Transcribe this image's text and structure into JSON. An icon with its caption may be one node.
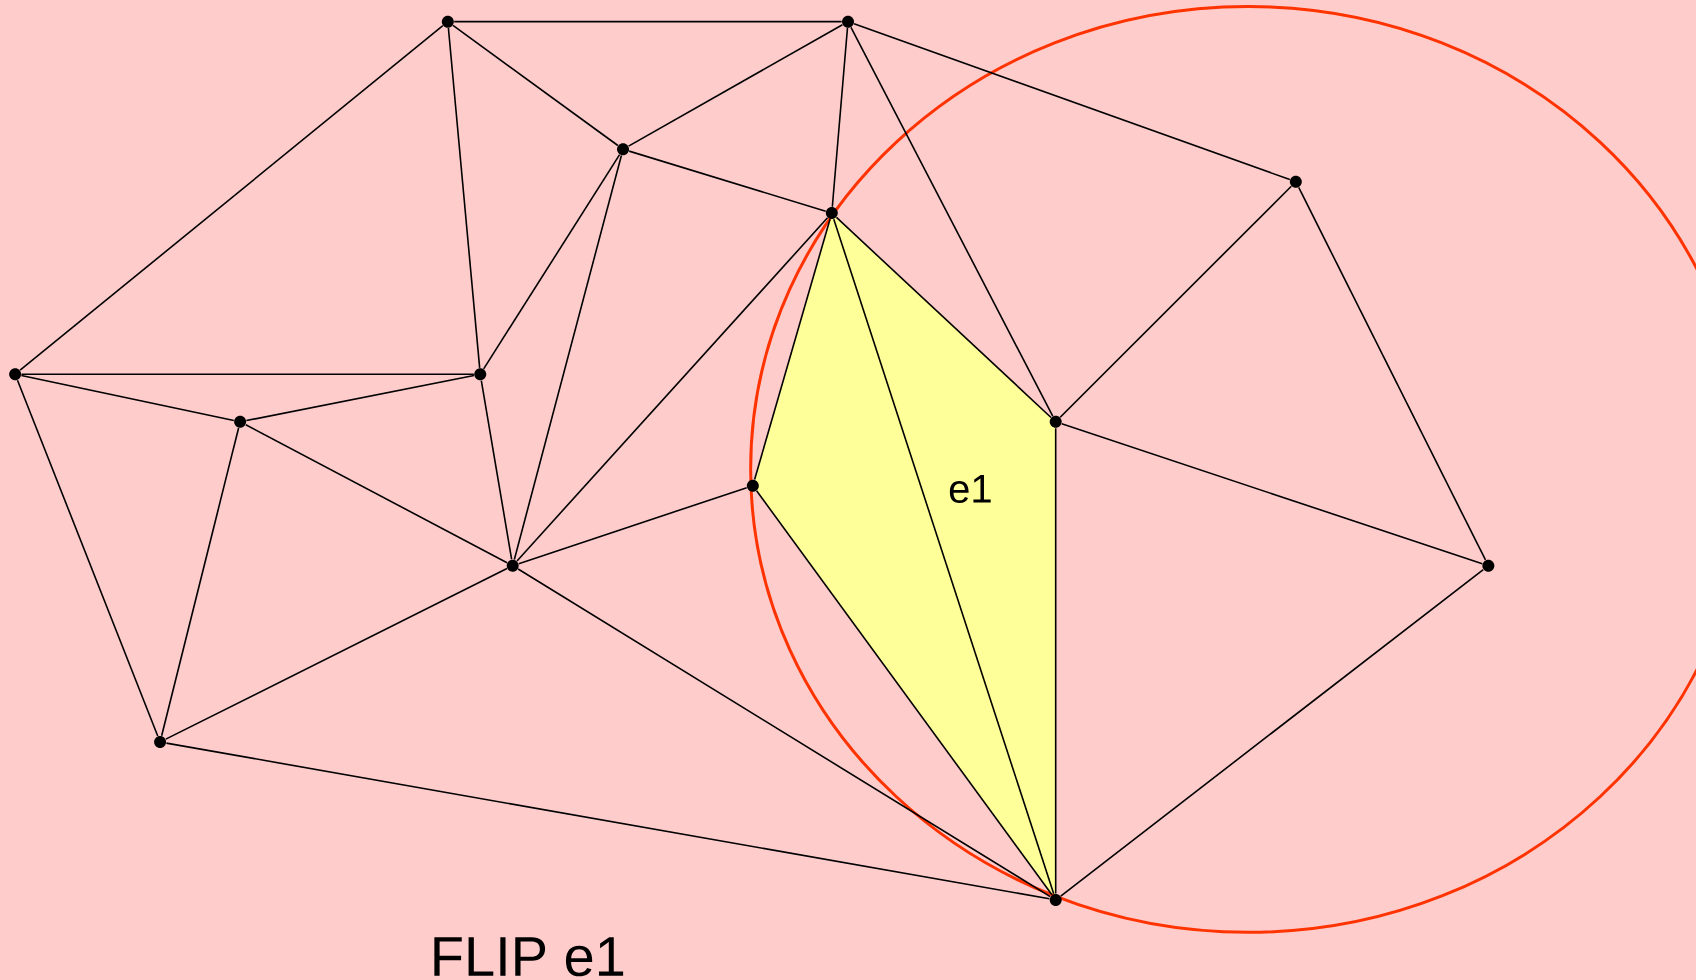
{
  "diagram": {
    "caption": "FLIP e1",
    "nodes": [
      {
        "text": [],
        "shape": "circle"
      },
      {
        "text": [],
        "shape": "circle"
      },
      {
        "text": [],
        "shape": "circle"
      },
      {
        "text": [],
        "shape": "circle"
      },
      {
        "text": [],
        "shape": "circle"
      },
      {
        "text": [],
        "shape": "circle"
      },
      {
        "text": [],
        "shape": "circle"
      },
      {
        "text": [],
        "shape": "circle"
      },
      {
        "text": [],
        "shape": "circle"
      },
      {
        "text": [],
        "shape": "circle"
      },
      {
        "text": [],
        "shape": "circle"
      },
      {
        "text": [],
        "shape": "circle"
      },
      {
        "text": [],
        "shape": "circle"
      },
      {
        "text": [],
        "shape": "circle"
      }
    ],
    "edges": [
      {
        "from": 0,
        "to": 1,
        "arrow": "none"
      },
      {
        "from": 0,
        "to": 2,
        "arrow": "none"
      },
      {
        "from": 0,
        "to": 5,
        "arrow": "none"
      },
      {
        "from": 0,
        "to": 6,
        "arrow": "none"
      },
      {
        "from": 1,
        "to": 2,
        "arrow": "none"
      },
      {
        "from": 1,
        "to": 3,
        "arrow": "none"
      },
      {
        "from": 1,
        "to": 4,
        "arrow": "none"
      },
      {
        "from": 1,
        "to": 8,
        "arrow": "none"
      },
      {
        "from": 2,
        "to": 3,
        "arrow": "none"
      },
      {
        "from": 2,
        "to": 6,
        "arrow": "none"
      },
      {
        "from": 2,
        "to": 10,
        "arrow": "none"
      },
      {
        "from": 3,
        "to": 10,
        "arrow": "none"
      },
      {
        "from": 3,
        "to": 9,
        "arrow": "none"
      },
      {
        "from": 3,
        "to": 13,
        "arrow": "none",
        "label": "e1"
      },
      {
        "from": 3,
        "to": 8,
        "arrow": "none"
      },
      {
        "from": 4,
        "to": 8,
        "arrow": "none"
      },
      {
        "from": 4,
        "to": 11,
        "arrow": "none"
      },
      {
        "from": 5,
        "to": 6,
        "arrow": "none"
      },
      {
        "from": 5,
        "to": 7,
        "arrow": "none"
      },
      {
        "from": 5,
        "to": 12,
        "arrow": "none"
      },
      {
        "from": 6,
        "to": 7,
        "arrow": "none"
      },
      {
        "from": 6,
        "to": 10,
        "arrow": "none"
      },
      {
        "from": 7,
        "to": 10,
        "arrow": "none"
      },
      {
        "from": 7,
        "to": 12,
        "arrow": "none"
      },
      {
        "from": 8,
        "to": 11,
        "arrow": "none"
      },
      {
        "from": 8,
        "to": 13,
        "arrow": "none"
      },
      {
        "from": 9,
        "to": 10,
        "arrow": "none"
      },
      {
        "from": 9,
        "to": 13,
        "arrow": "none"
      },
      {
        "from": 10,
        "to": 12,
        "arrow": "none"
      },
      {
        "from": 10,
        "to": 13,
        "arrow": "none"
      },
      {
        "from": 12,
        "to": 13,
        "arrow": "none"
      },
      {
        "from": 11,
        "to": 13,
        "arrow": "none"
      }
    ]
  }
}
